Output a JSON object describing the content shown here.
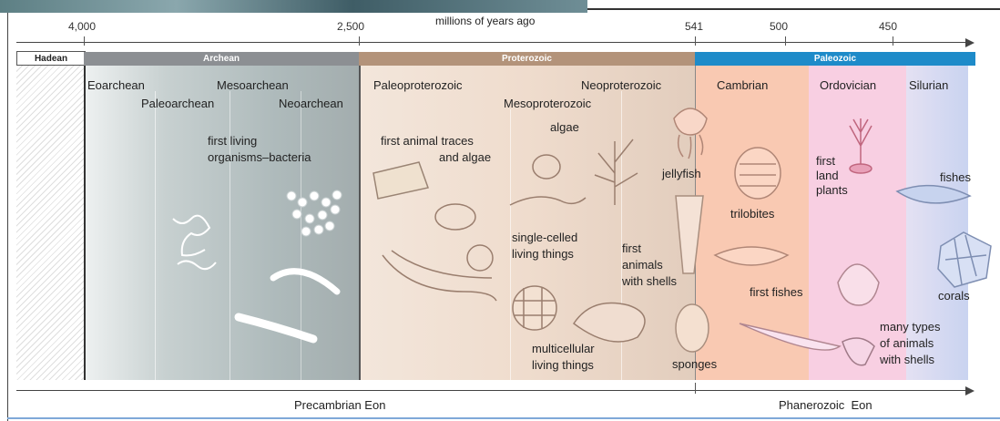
{
  "header_photo": "photo-strip",
  "axis": {
    "title": "millions of years ago",
    "ticks": [
      "4,000",
      "2,500",
      "541",
      "500",
      "450"
    ]
  },
  "eons": {
    "hadean": "Hadean",
    "archean": "Archean",
    "proterozoic": "Proterozoic",
    "paleozoic": "Paleozoic"
  },
  "eras": {
    "eoarchean": "Eoarchean",
    "paleoarchean": "Paleoarchean",
    "mesoarchean": "Mesoarchean",
    "neoarchean": "Neoarchean",
    "paleoproterozoic": "Paleoproterozoic",
    "mesoproterozoic": "Mesoproterozoic",
    "neoproterozoic": "Neoproterozoic",
    "cambrian": "Cambrian",
    "ordovician": "Ordovician",
    "silurian": "Silurian"
  },
  "annotations": {
    "first_living_1": "first living",
    "first_living_2": "organisms–bacteria",
    "first_animal_1": "first animal traces",
    "first_animal_2": "and algae",
    "algae": "algae",
    "single_celled_1": "single-celled",
    "single_celled_2": "living things",
    "multicellular_1": "multicellular",
    "multicellular_2": "living things",
    "jellyfish": "jellyfish",
    "first_animals_shells_1": "first",
    "first_animals_shells_2": "animals",
    "first_animals_shells_3": "with shells",
    "sponges": "sponges",
    "trilobites": "trilobites",
    "first_fishes": "first fishes",
    "first_land_plants_1": "first",
    "first_land_plants_2": "land",
    "first_land_plants_3": "plants",
    "fishes": "fishes",
    "corals": "corals",
    "many_types_1": "many types",
    "many_types_2": "of animals",
    "many_types_3": "with shells"
  },
  "bottom": {
    "precambrian": "Precambrian Eon",
    "phanerozoic": "Phanerozoic  Eon"
  },
  "colors": {
    "archean_band": "#8c8f93",
    "proterozoic_band": "#b3937a",
    "paleozoic_band": "#1e8bc9",
    "hadean_fill": "#f0f0f0",
    "archean_fill": "#b9c3c4",
    "proterozoic_fill": "#eed9c8",
    "cambrian_fill": "#f9c5ad",
    "ordovician_fill": "#f7c9df",
    "silurian_fill": "#d7dcf2"
  }
}
